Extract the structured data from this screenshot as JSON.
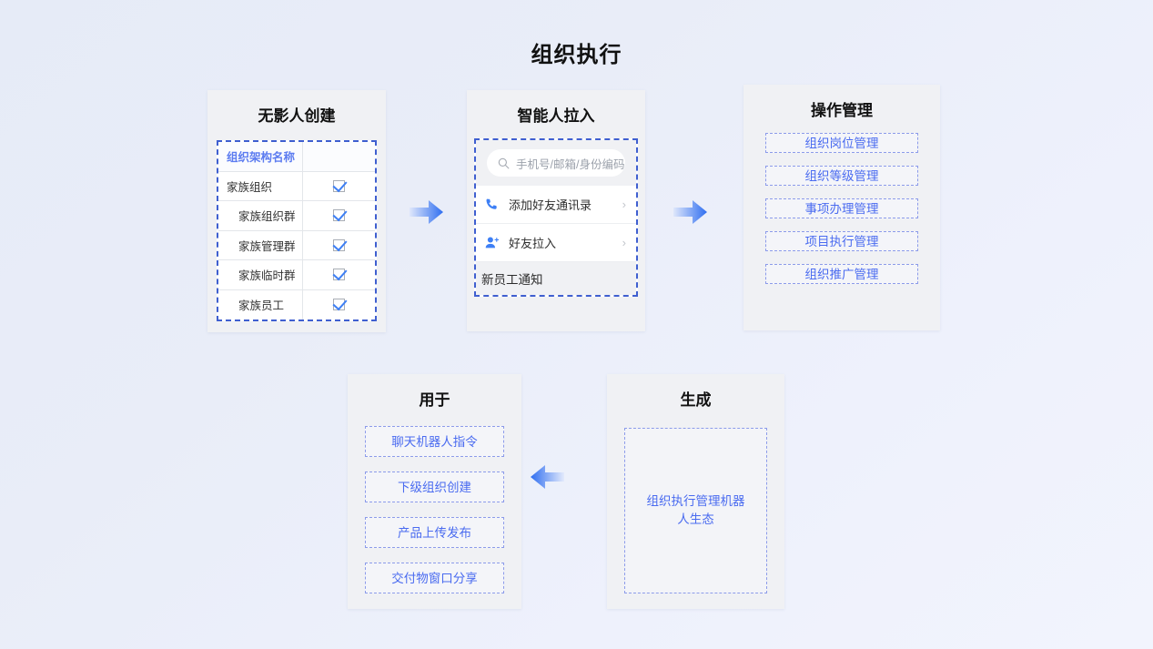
{
  "page": {
    "title": "组织执行"
  },
  "cards": {
    "create": {
      "title": "无影人创建",
      "table": {
        "header": "组织架构名称",
        "rows": [
          {
            "name": "家族组织",
            "checked": true,
            "indent": false
          },
          {
            "name": "家族组织群",
            "checked": true,
            "indent": true
          },
          {
            "name": "家族管理群",
            "checked": true,
            "indent": true
          },
          {
            "name": "家族临时群",
            "checked": true,
            "indent": true
          },
          {
            "name": "家族员工",
            "checked": true,
            "indent": true
          }
        ]
      }
    },
    "invite": {
      "title": "智能人拉入",
      "search_placeholder": "手机号/邮箱/身份编码",
      "items": [
        {
          "label": "添加好友通讯录",
          "icon": "phone-icon"
        },
        {
          "label": "好友拉入",
          "icon": "person-add-icon"
        }
      ],
      "notice": "新员工通知"
    },
    "manage": {
      "title": "操作管理",
      "items": [
        "组织岗位管理",
        "组织等级管理",
        "事项办理管理",
        "项目执行管理",
        "组织推广管理"
      ]
    },
    "used_for": {
      "title": "用于",
      "items": [
        "聊天机器人指令",
        "下级组织创建",
        "产品上传发布",
        "交付物窗口分享"
      ]
    },
    "generate": {
      "title": "生成",
      "box_text": "组织执行管理机器人生态"
    }
  },
  "arrows": [
    {
      "name": "arrow-create-to-invite",
      "direction": "right"
    },
    {
      "name": "arrow-invite-to-manage",
      "direction": "right"
    },
    {
      "name": "arrow-generate-to-usedfor",
      "direction": "left"
    }
  ],
  "colors": {
    "accent_blue": "#4a6bf0",
    "dashed_border": "#8c9bea",
    "table_border": "#3f5fd0",
    "card_bg": "#f0f1f4",
    "page_bg": "#e8ecf7"
  }
}
